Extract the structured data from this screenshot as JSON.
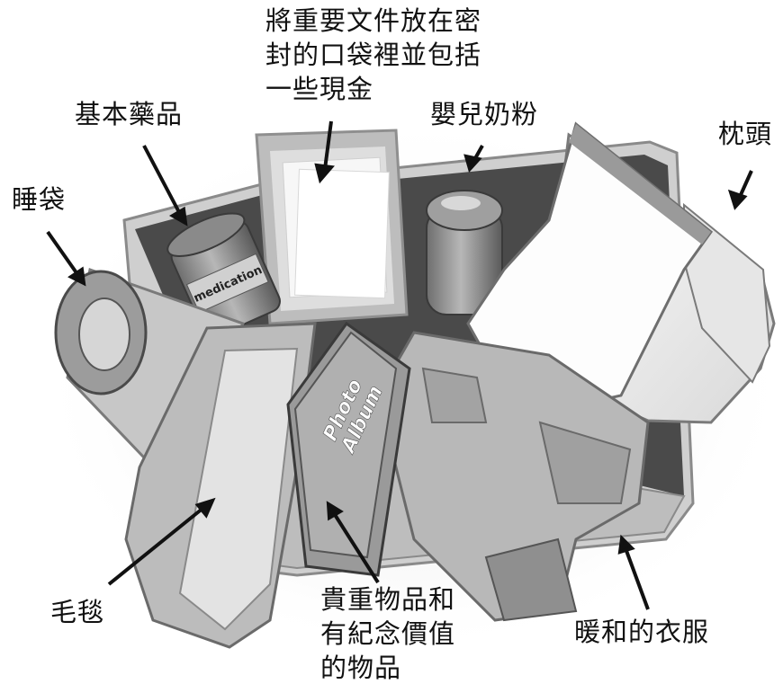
{
  "labels": {
    "documents": [
      "將重要文件放在密",
      "封的口袋裡並包括",
      "一些現金"
    ],
    "medicine": "基本藥品",
    "formula": "嬰兒奶粉",
    "pillow": "枕頭",
    "sleeping_bag": "睡袋",
    "blanket": "毛毯",
    "valuables": [
      "貴重物品和",
      "有紀念價值",
      "的物品"
    ],
    "clothes": "暖和的衣服"
  },
  "item_text": {
    "medication": "medication",
    "album_line1": "Photo",
    "album_line2": "Album"
  }
}
